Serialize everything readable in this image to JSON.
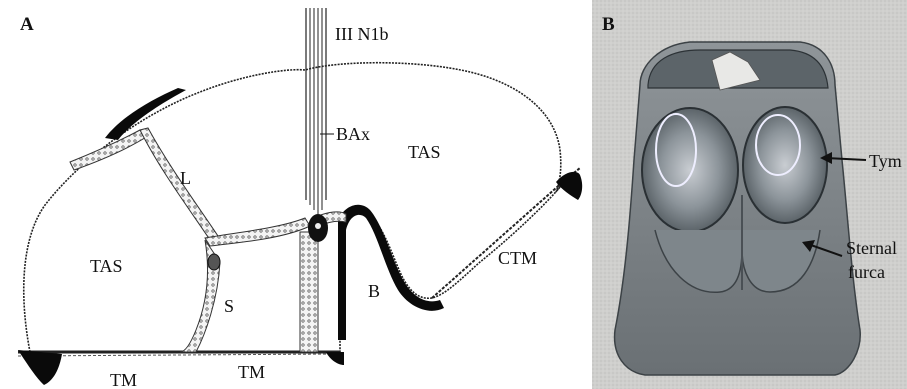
{
  "panel_a": {
    "letter": "A",
    "labels": {
      "nerve": "III N1b",
      "axon": "BAx",
      "tas_right": "TAS",
      "tas_left": "TAS",
      "l": "L",
      "s": "S",
      "b": "B",
      "ctm": "CTM",
      "tm_left": "TM",
      "tm_right": "TM"
    }
  },
  "panel_b": {
    "letter": "B",
    "labels": {
      "tym": "Tym",
      "sternal_line1": "Sternal",
      "sternal_line2": "furca"
    }
  },
  "colors": {
    "ink": "#111111",
    "photo_bg": "#d4d4d2",
    "cuticle": "#0a0a0a"
  }
}
